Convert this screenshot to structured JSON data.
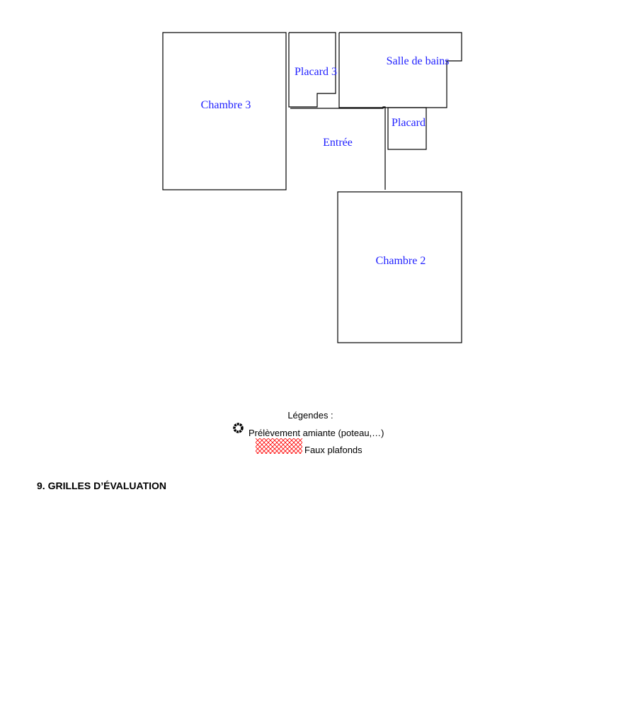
{
  "colors": {
    "room_label": "#1f1fff",
    "wall": "#000000",
    "ceiling_hatch": "#ff0000"
  },
  "floorplan": {
    "rooms": {
      "chambre3": "Chambre 3",
      "placard3": "Placard 3",
      "salle_de_bains": "Salle de bains",
      "placard": "Placard",
      "entree": "Entrée",
      "chambre2": "Chambre 2"
    }
  },
  "legend": {
    "title": "Légendes :",
    "asbestos_sample": "Prélèvement amiante (poteau,…)",
    "false_ceilings": "Faux plafonds",
    "asbestos_icon": "ring-icon",
    "ceiling_icon": "crosshatch-pattern"
  },
  "section": {
    "heading": "9. GRILLES D’ÉVALUATION"
  }
}
